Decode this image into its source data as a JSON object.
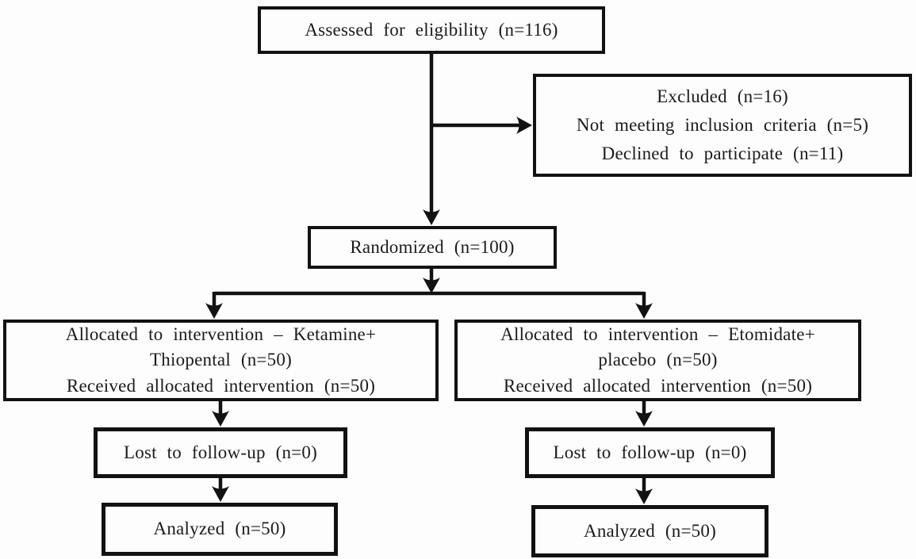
{
  "nodes": {
    "assessed": {
      "lines": [
        "Assessed for eligibility (n=116)"
      ]
    },
    "excluded": {
      "lines": [
        "Excluded (n=16)",
        "Not meeting inclusion criteria (n=5)",
        "Declined to participate (n=11)"
      ]
    },
    "randomized": {
      "lines": [
        "Randomized (n=100)"
      ]
    },
    "alloc_left": {
      "lines": [
        "Allocated to intervention – Ketamine+",
        "Thiopental (n=50)",
        "Received allocated intervention (n=50)"
      ]
    },
    "alloc_right": {
      "lines": [
        "Allocated to intervention – Etomidate+",
        "placebo (n=50)",
        "Received allocated intervention (n=50)"
      ]
    },
    "lost_left": {
      "lines": [
        "Lost to follow-up (n=0)"
      ]
    },
    "lost_right": {
      "lines": [
        "Lost to follow-up (n=0)"
      ]
    },
    "analyzed_left": {
      "lines": [
        "Analyzed (n=50)"
      ]
    },
    "analyzed_right": {
      "lines": [
        "Analyzed (n=50)"
      ]
    }
  },
  "colors": {
    "border": "#121212",
    "arrow": "#121212",
    "text": "#1b1b1b",
    "background": "#fdfdfd"
  }
}
